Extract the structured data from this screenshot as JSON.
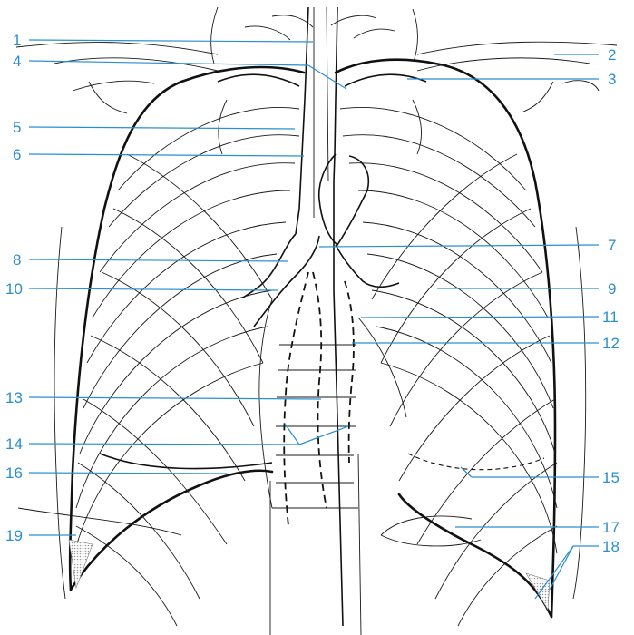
{
  "labels": {
    "l1": "1",
    "l2": "2",
    "l3": "3",
    "l4": "4",
    "l5": "5",
    "l6": "6",
    "l7": "7",
    "l8": "8",
    "l9": "9",
    "l10": "10",
    "l11": "11",
    "l12": "12",
    "l13": "13",
    "l14": "14",
    "l15": "15",
    "l16": "16",
    "l17": "17",
    "l18": "18",
    "l19": "19"
  },
  "colors": {
    "label": "#2a8fd0",
    "line": "#111111",
    "stipple": "#c8c8c8"
  }
}
